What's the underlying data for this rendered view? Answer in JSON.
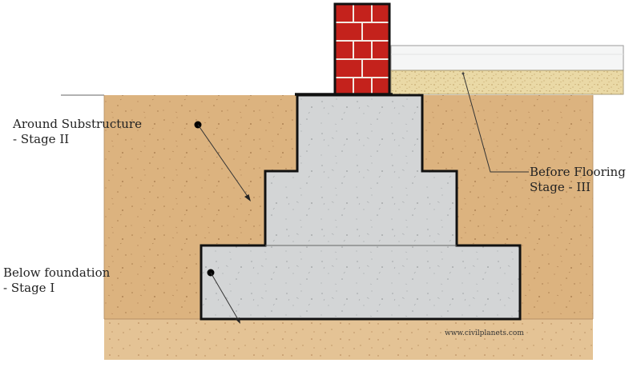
{
  "labels": {
    "around_substructure": {
      "line1": "Around Substructure",
      "line2": "- Stage II"
    },
    "before_flooring": {
      "line1": "Before Flooring",
      "line2": "Stage - III"
    },
    "below_foundation": {
      "line1": "Below foundation",
      "line2": "- Stage I"
    }
  },
  "watermark": "www.civilplanets.com",
  "colors": {
    "soil": "#dcb37f",
    "soil_bottom": "#e4c395",
    "concrete": "#d3d5d6",
    "brick": "#c4221c",
    "mortar": "#f3e9e2",
    "floor_finish": "#f5f6f6",
    "sand_bed": "#ead9a6",
    "outline": "#111111"
  },
  "icons": [
    "leader-dot",
    "leader-arrow"
  ]
}
